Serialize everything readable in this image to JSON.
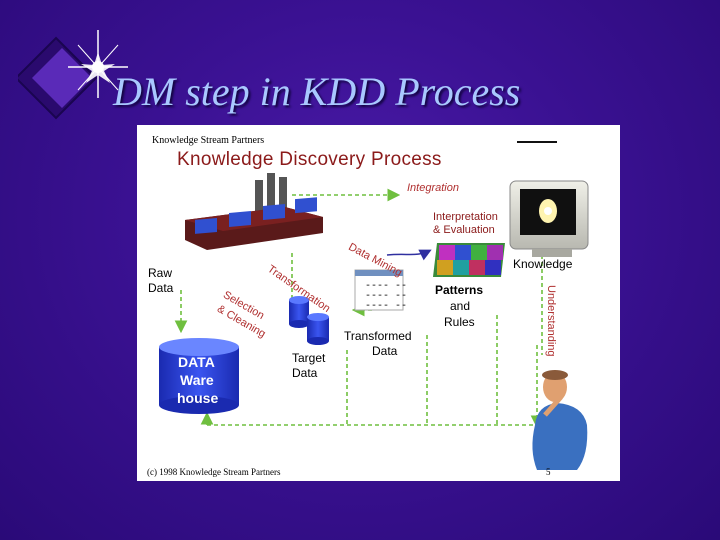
{
  "slide": {
    "title": "DM step in KDD Process"
  },
  "diagram": {
    "brand": "Knowledge Stream Partners",
    "title": "Knowledge Discovery Process",
    "integration": "Integration",
    "interpretation_line1": "Interpretation",
    "interpretation_line2": "& Evaluation",
    "data_mining": "Data Mining",
    "transformation": "Transformation",
    "selection_line1": "Selection",
    "selection_line2": "& Cleaning",
    "understanding": "Understanding",
    "knowledge": "Knowledge",
    "raw_data_line1": "Raw",
    "raw_data_line2": "Data",
    "warehouse_line1": "DATA",
    "warehouse_line2": "Ware",
    "warehouse_line3": "house",
    "target_line1": "Target",
    "target_line2": "Data",
    "transformed_line1": "Transformed",
    "transformed_line2": "Data",
    "patterns_line1": "Patterns",
    "patterns_line2": "and",
    "patterns_line3": "Rules",
    "table_row": "---- --",
    "copyright": "(c) 1998 Knowledge Stream Partners",
    "page_number": "5"
  },
  "colors": {
    "background": "#3a1192",
    "title": "#a9c8ff",
    "panel": "#ffffff",
    "dashed_arrow": "#6fbf3f",
    "database": "#2a3fd0",
    "stage_text": "#b03030",
    "diagram_title": "#8b1a1a"
  }
}
